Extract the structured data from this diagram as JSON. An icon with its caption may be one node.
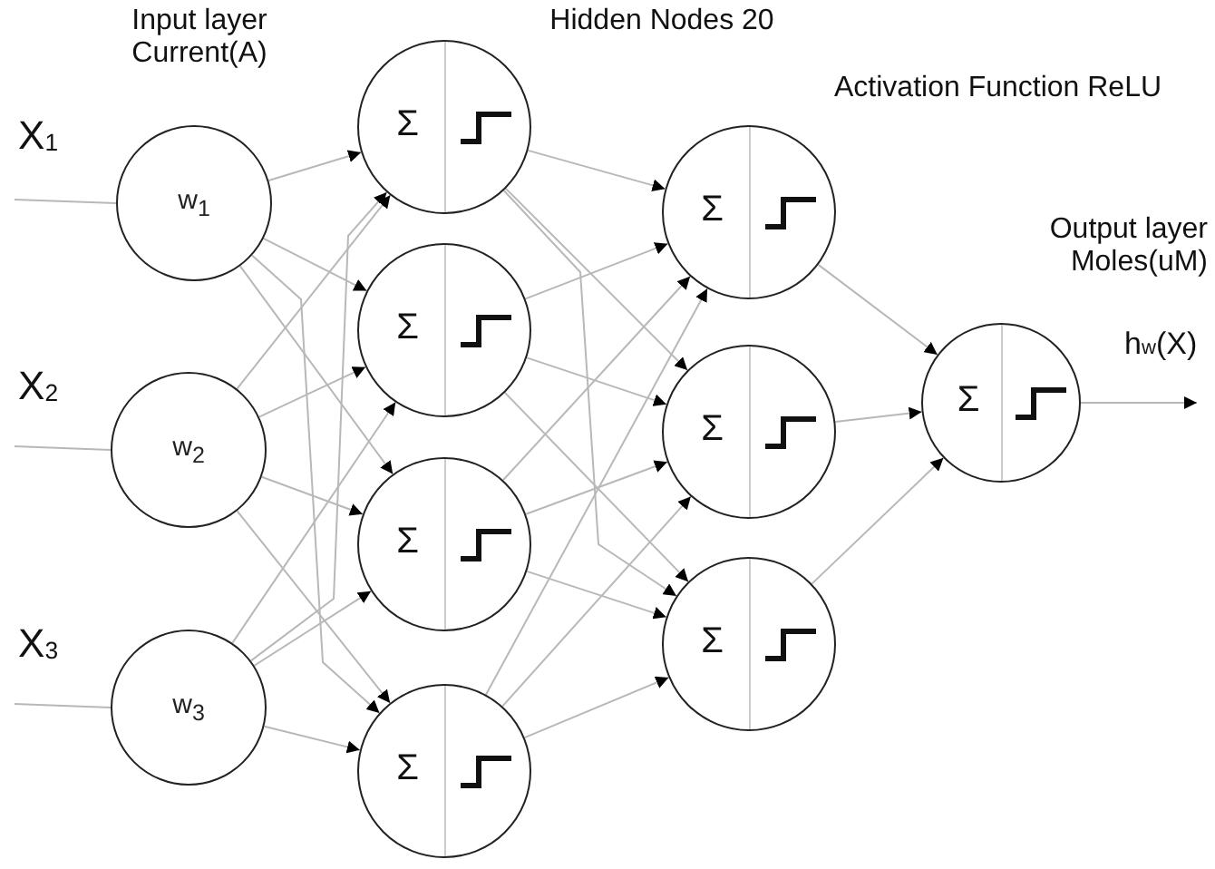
{
  "diagram": {
    "nodes": [
      {
        "text": [
          "w$_{1}$"
        ]
      },
      {
        "text": [
          "w$_{2}$"
        ]
      },
      {
        "text": [
          "w$_{3}$"
        ]
      },
      {
        "text": [
          "Σ"
        ]
      },
      {
        "text": [
          "Σ"
        ]
      },
      {
        "text": [
          "Σ"
        ]
      },
      {
        "text": [
          "Σ"
        ]
      },
      {
        "text": [
          "Σ"
        ]
      },
      {
        "text": [
          "Σ"
        ]
      },
      {
        "text": [
          "Σ"
        ]
      },
      {
        "text": [
          "Σ"
        ]
      }
    ],
    "edges": [
      {
        "from": null,
        "to": 0,
        "arrow": "none"
      },
      {
        "from": null,
        "to": 1,
        "arrow": "none"
      },
      {
        "from": null,
        "to": 2,
        "arrow": "none"
      },
      {
        "from": 0,
        "to": 3,
        "arrow": "to"
      },
      {
        "from": 0,
        "to": 4,
        "arrow": "to"
      },
      {
        "from": 0,
        "to": 5,
        "arrow": "to"
      },
      {
        "from": 0,
        "to": 6,
        "arrow": "to"
      },
      {
        "from": 1,
        "to": 3,
        "arrow": "to"
      },
      {
        "from": 1,
        "to": 4,
        "arrow": "to"
      },
      {
        "from": 1,
        "to": 5,
        "arrow": "to"
      },
      {
        "from": 1,
        "to": 6,
        "arrow": "to"
      },
      {
        "from": 2,
        "to": 3,
        "arrow": "to"
      },
      {
        "from": 2,
        "to": 4,
        "arrow": "to"
      },
      {
        "from": 2,
        "to": 5,
        "arrow": "to"
      },
      {
        "from": 2,
        "to": 6,
        "arrow": "to"
      },
      {
        "from": 3,
        "to": 7,
        "arrow": "to"
      },
      {
        "from": 3,
        "to": 8,
        "arrow": "to"
      },
      {
        "from": 3,
        "to": 9,
        "arrow": "to"
      },
      {
        "from": 4,
        "to": 7,
        "arrow": "to"
      },
      {
        "from": 4,
        "to": 8,
        "arrow": "to"
      },
      {
        "from": 4,
        "to": 9,
        "arrow": "to"
      },
      {
        "from": 5,
        "to": 7,
        "arrow": "to"
      },
      {
        "from": 5,
        "to": 8,
        "arrow": "to"
      },
      {
        "from": 5,
        "to": 9,
        "arrow": "to"
      },
      {
        "from": 6,
        "to": 7,
        "arrow": "to"
      },
      {
        "from": 6,
        "to": 8,
        "arrow": "to"
      },
      {
        "from": 6,
        "to": 9,
        "arrow": "to"
      },
      {
        "from": 7,
        "to": 10,
        "arrow": "to"
      },
      {
        "from": 8,
        "to": 10,
        "arrow": "to"
      },
      {
        "from": 9,
        "to": 10,
        "arrow": "to"
      },
      {
        "from": 10,
        "to": null,
        "arrow": "to",
        "label": "h$_{w}$(X)"
      }
    ],
    "labels": [
      "Input layer Current(A)",
      "Hidden Nodes 20",
      "Activation Function ReLU",
      "X$_{1}$",
      "Output layer Moles(uM)",
      "X$_{2}$",
      "X$_{3}$"
    ]
  }
}
